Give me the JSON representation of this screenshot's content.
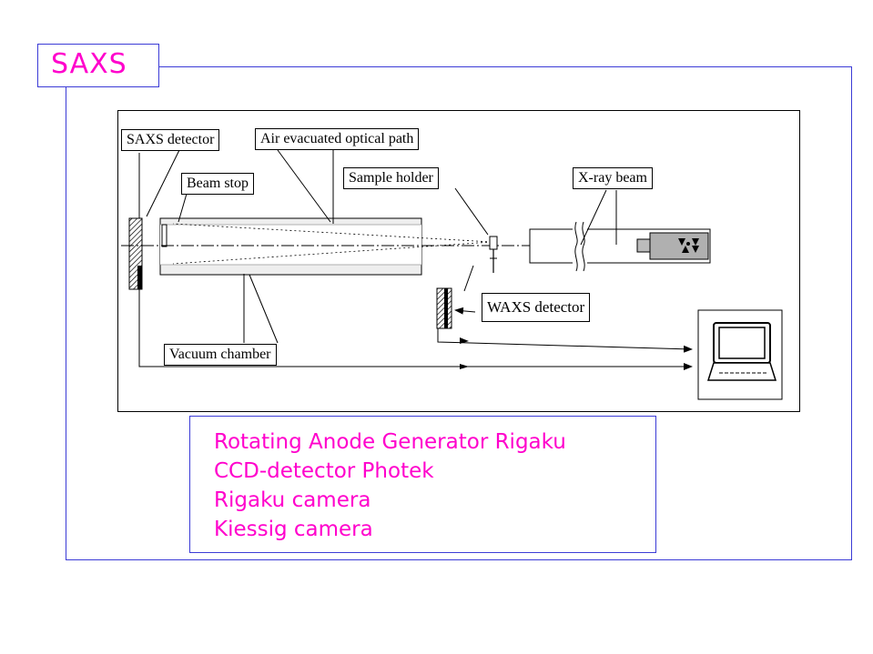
{
  "title": "SAXS",
  "diagram": {
    "labels": {
      "saxs_detector": "SAXS detector",
      "air_path": "Air evacuated optical path",
      "beam_stop": "Beam stop",
      "sample_holder": "Sample holder",
      "xray_beam": "X-ray beam",
      "waxs_detector": "WAXS detector",
      "vacuum_chamber": "Vacuum chamber"
    },
    "icons": [
      "radiation-icon",
      "computer-icon"
    ]
  },
  "info": {
    "lines": [
      "Rotating Anode Generator Rigaku",
      "CCD-detector Photek",
      "Rigaku camera",
      "Kiessig camera"
    ]
  },
  "colors": {
    "accent_text": "#ff00cc",
    "frame_border": "#3b3bd6"
  }
}
